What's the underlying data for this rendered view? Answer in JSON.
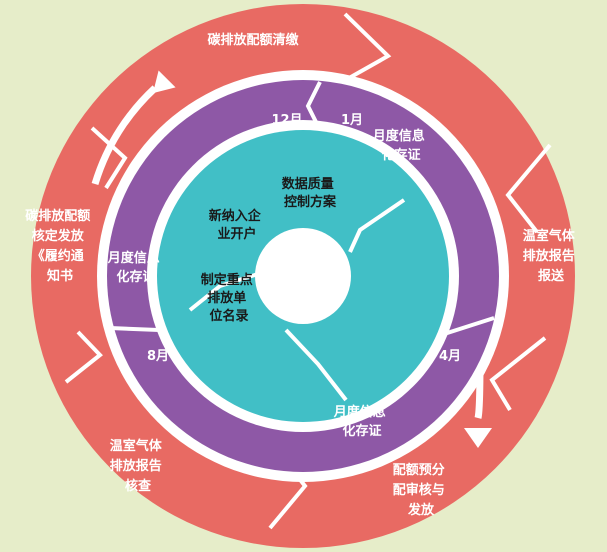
{
  "colors": {
    "background": "#e6edc9",
    "outer_ring": "#e86a63",
    "middle_ring": "#8e58a6",
    "inner_ring": "#41bfc6",
    "center": "#ffffff",
    "arrow": "#ffffff"
  },
  "outer_ring": {
    "slices": [
      {
        "label": "碳排放配额清缴"
      },
      {
        "label": "温室气体排放报告报送"
      },
      {
        "label": "配额预分配审核与发放"
      },
      {
        "label": "温室气体排放报告核查"
      },
      {
        "label": "碳排放配额核定发放《履约通知书"
      }
    ]
  },
  "middle_ring": {
    "months": [
      "12月",
      "1月",
      "4月",
      "8月"
    ],
    "slices": [
      {
        "label": "月度信息化存证"
      },
      {
        "label": "月度信息化存证"
      },
      {
        "label": "月度信息化存证"
      }
    ]
  },
  "inner_ring": {
    "slices": [
      {
        "label": "数据质量控制方案"
      },
      {
        "label": "新纳入企业开户"
      },
      {
        "label": "制定重点排放单位名录"
      }
    ]
  }
}
